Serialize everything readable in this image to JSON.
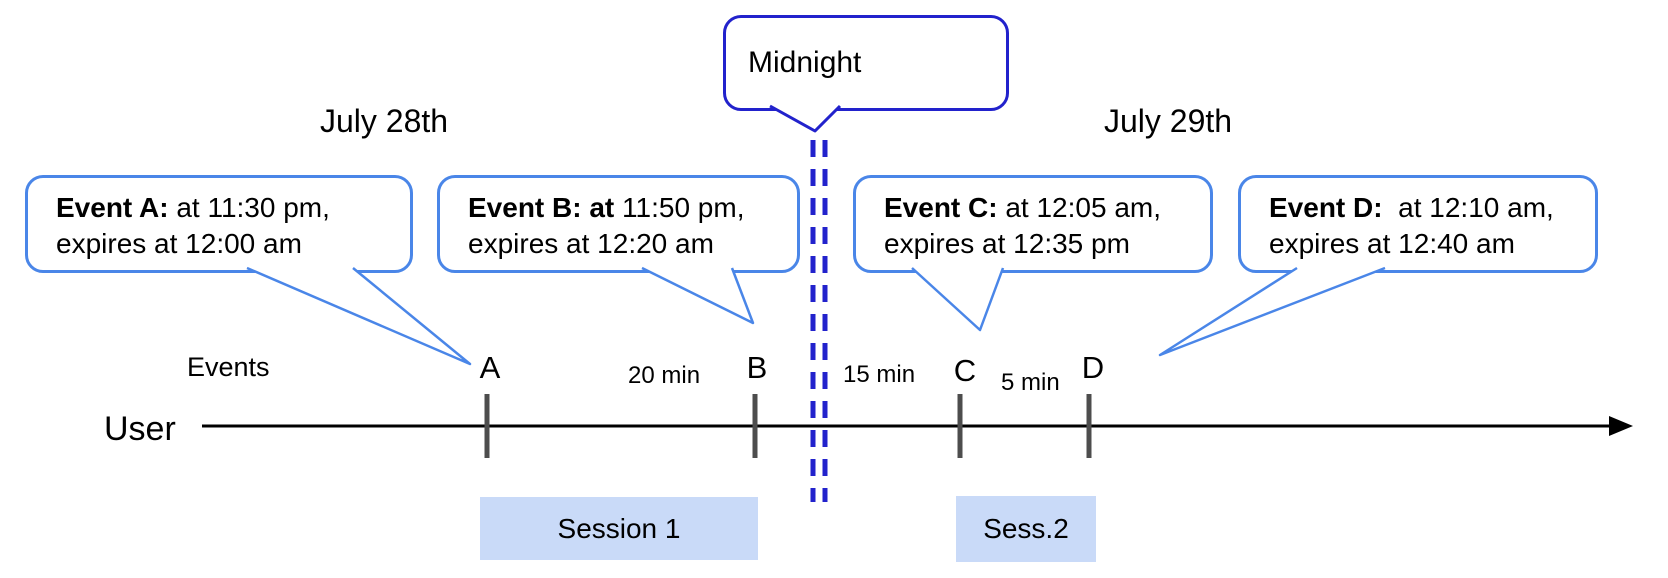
{
  "diagram": {
    "title_dates": {
      "left": "July 28th",
      "right": "July 29th"
    },
    "midnight_label": "Midnight",
    "events_axis_label": "Events",
    "user_label": "User",
    "tick_labels": [
      "A",
      "B",
      "C",
      "D"
    ],
    "intervals": [
      {
        "between": "A-B",
        "label": "20 min"
      },
      {
        "between": "B-C",
        "label": "15 min"
      },
      {
        "between": "C-D",
        "label": "5 min"
      }
    ],
    "event_callouts": [
      {
        "event": "A",
        "bold": "Event A:",
        "rest": " at 11:30 pm,",
        "line2": "expires at 12:00 am"
      },
      {
        "event": "B",
        "bold": "Event B: at",
        "rest": " 11:50 pm,",
        "line2": "expires at 12:20 am"
      },
      {
        "event": "C",
        "bold": "Event C:",
        "rest": " at 12:05 am,",
        "line2": "expires at 12:35 pm"
      },
      {
        "event": "D",
        "bold": "Event D:",
        "rest": "  at 12:10 am,",
        "line2": "expires at 12:40 am"
      }
    ],
    "sessions": [
      {
        "label": "Session 1",
        "spans": "A-B"
      },
      {
        "label": "Sess.2",
        "spans": "C-D"
      }
    ],
    "colors": {
      "callout_border": "#4a86e8",
      "midnight_border": "#2222cc",
      "session_fill": "#c9daf8",
      "tick": "#4d4d4d",
      "timeline": "#000000",
      "text": "#000000"
    }
  }
}
